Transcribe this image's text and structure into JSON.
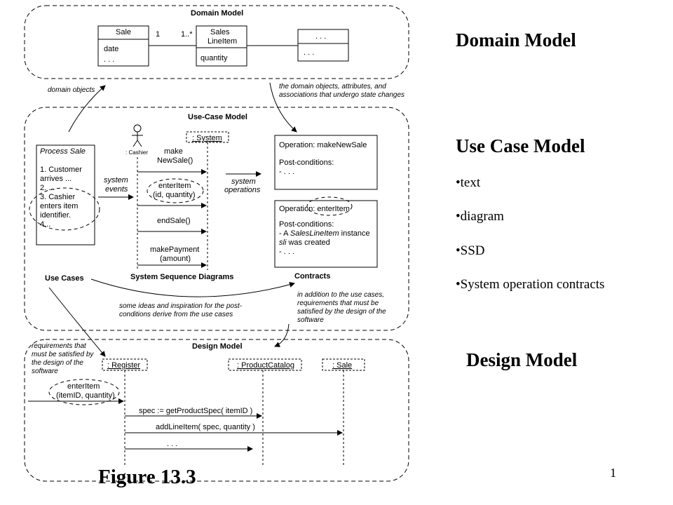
{
  "right_panel": {
    "domain_heading": "Domain Model",
    "usecase_heading": "Use Case Model",
    "bullets": [
      "•text",
      "•diagram",
      "•SSD",
      "•System operation contracts"
    ],
    "design_heading": "Design Model"
  },
  "figure_caption": "Figure 13.3",
  "page_number": "1",
  "domain_model": {
    "title": "Domain Model",
    "sale_class": {
      "name": "Sale",
      "attr1": "date",
      "attr2": ". . ."
    },
    "mult_left": "1",
    "mult_right": "1..*",
    "lineitem_class": {
      "name1": "Sales",
      "name2": "LineItem",
      "attr": "quantity"
    },
    "other_class": {
      "name": ". . .",
      "attr": ". . ."
    }
  },
  "annotations": {
    "domain_objects": "domain objects",
    "state_change_1": "the domain objects, attributes, and",
    "state_change_2": "associations that undergo state changes",
    "system_events_1": "system",
    "system_events_2": "events",
    "system_operations_1": "system",
    "system_operations_2": "operations",
    "ideas_1": "some ideas and inspiration for the post-",
    "ideas_2": "conditions derive from the use cases",
    "addition_1": "in addition to the use cases,",
    "addition_2": "requirements that must be",
    "addition_3": "satisfied by the design of the",
    "addition_4": "software",
    "req_1": "requirements that",
    "req_2": "must be satisfied by",
    "req_3": "the design of the",
    "req_4": "software"
  },
  "usecase_model": {
    "title": "Use-Case Model",
    "process_sale": {
      "title": "Process Sale",
      "lines": [
        "1. Customer",
        "arrives ...",
        "2. ...",
        "3. Cashier",
        "enters item",
        "identifier.",
        "4..."
      ]
    },
    "use_cases_label": "Use Cases",
    "actor_label": ": Cashier",
    "system_label": ": System",
    "msg_make_1": "make",
    "msg_make_2": "NewSale()",
    "msg_enter_1": "enterItem",
    "msg_enter_2": "(id, quantity)",
    "msg_end": "endSale()",
    "msg_pay_1": "makePayment",
    "msg_pay_2": "(amount)",
    "ssd_label": "System Sequence Diagrams",
    "contract1": {
      "op": "Operation: makeNewSale",
      "post": "Post-conditions:",
      "dots": "- . . ."
    },
    "contract2": {
      "op": "Operation: enterItem",
      "post": "Post-conditions:",
      "l1a": "- A ",
      "l1b": "SalesLineItem",
      "l1c": " instance",
      "l2a": "sli",
      "l2b": " was created",
      "dots": "- . . ."
    },
    "contracts_label": "Contracts"
  },
  "design_model": {
    "title": "Design Model",
    "register": ": Register",
    "catalog": ": ProductCatalog",
    "sale": ": Sale",
    "msg_enter_1": "enterItem",
    "msg_enter_2": "(itemID, quantity)",
    "msg_spec": "spec := getProductSpec( itemID )",
    "msg_add": "addLineItem( spec, quantity )",
    "msg_dots": ". . ."
  }
}
